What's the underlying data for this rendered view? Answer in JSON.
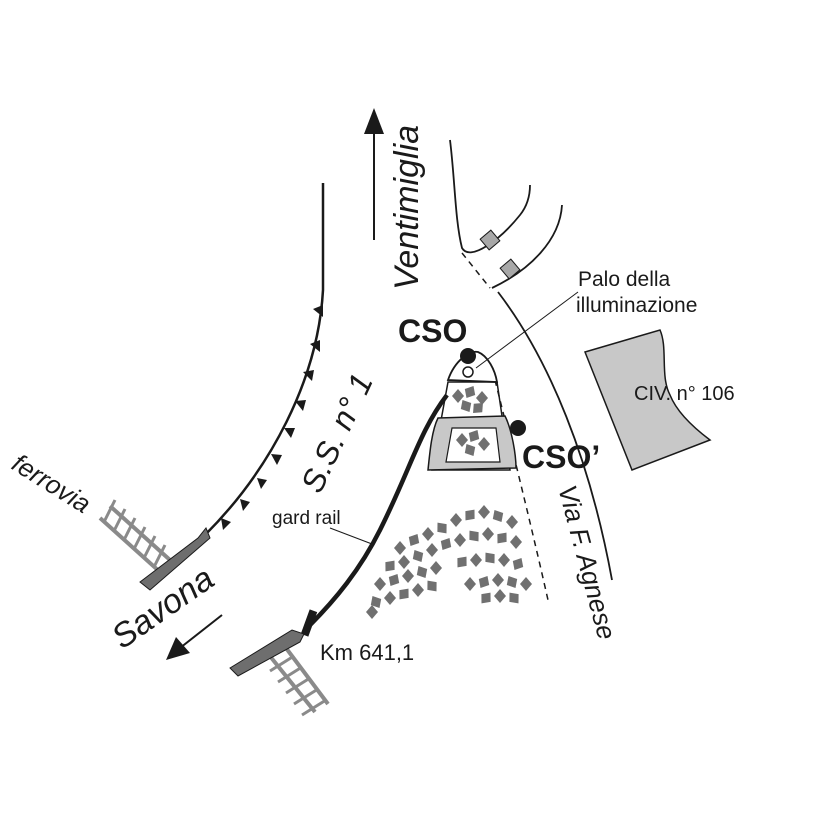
{
  "labels": {
    "ventimiglia": "Ventimiglia",
    "savona": "Savona",
    "ss1": "S.S. n° 1",
    "ferrovia": "ferrovia",
    "gard_rail": "gard rail",
    "km": "Km 641,1",
    "cso": "CSO",
    "cso_prime": "CSO’",
    "palo_line1": "Palo della",
    "palo_line2": "illuminazione",
    "civ": "CIV. n° 106",
    "via_agnese": "Via F. Agnese"
  },
  "colors": {
    "line": "#1a1a1a",
    "fill_gray": "#c8c8c8",
    "dark_gray": "#6e6e6e",
    "tree": "#707070",
    "white": "#ffffff"
  },
  "icons": {
    "north_arrow": "arrow-up-icon",
    "south_arrow": "arrow-down-left-icon",
    "tree": "tree-cluster-icon",
    "rail": "railway-track-icon",
    "lamp": "lamp-post-icon"
  }
}
